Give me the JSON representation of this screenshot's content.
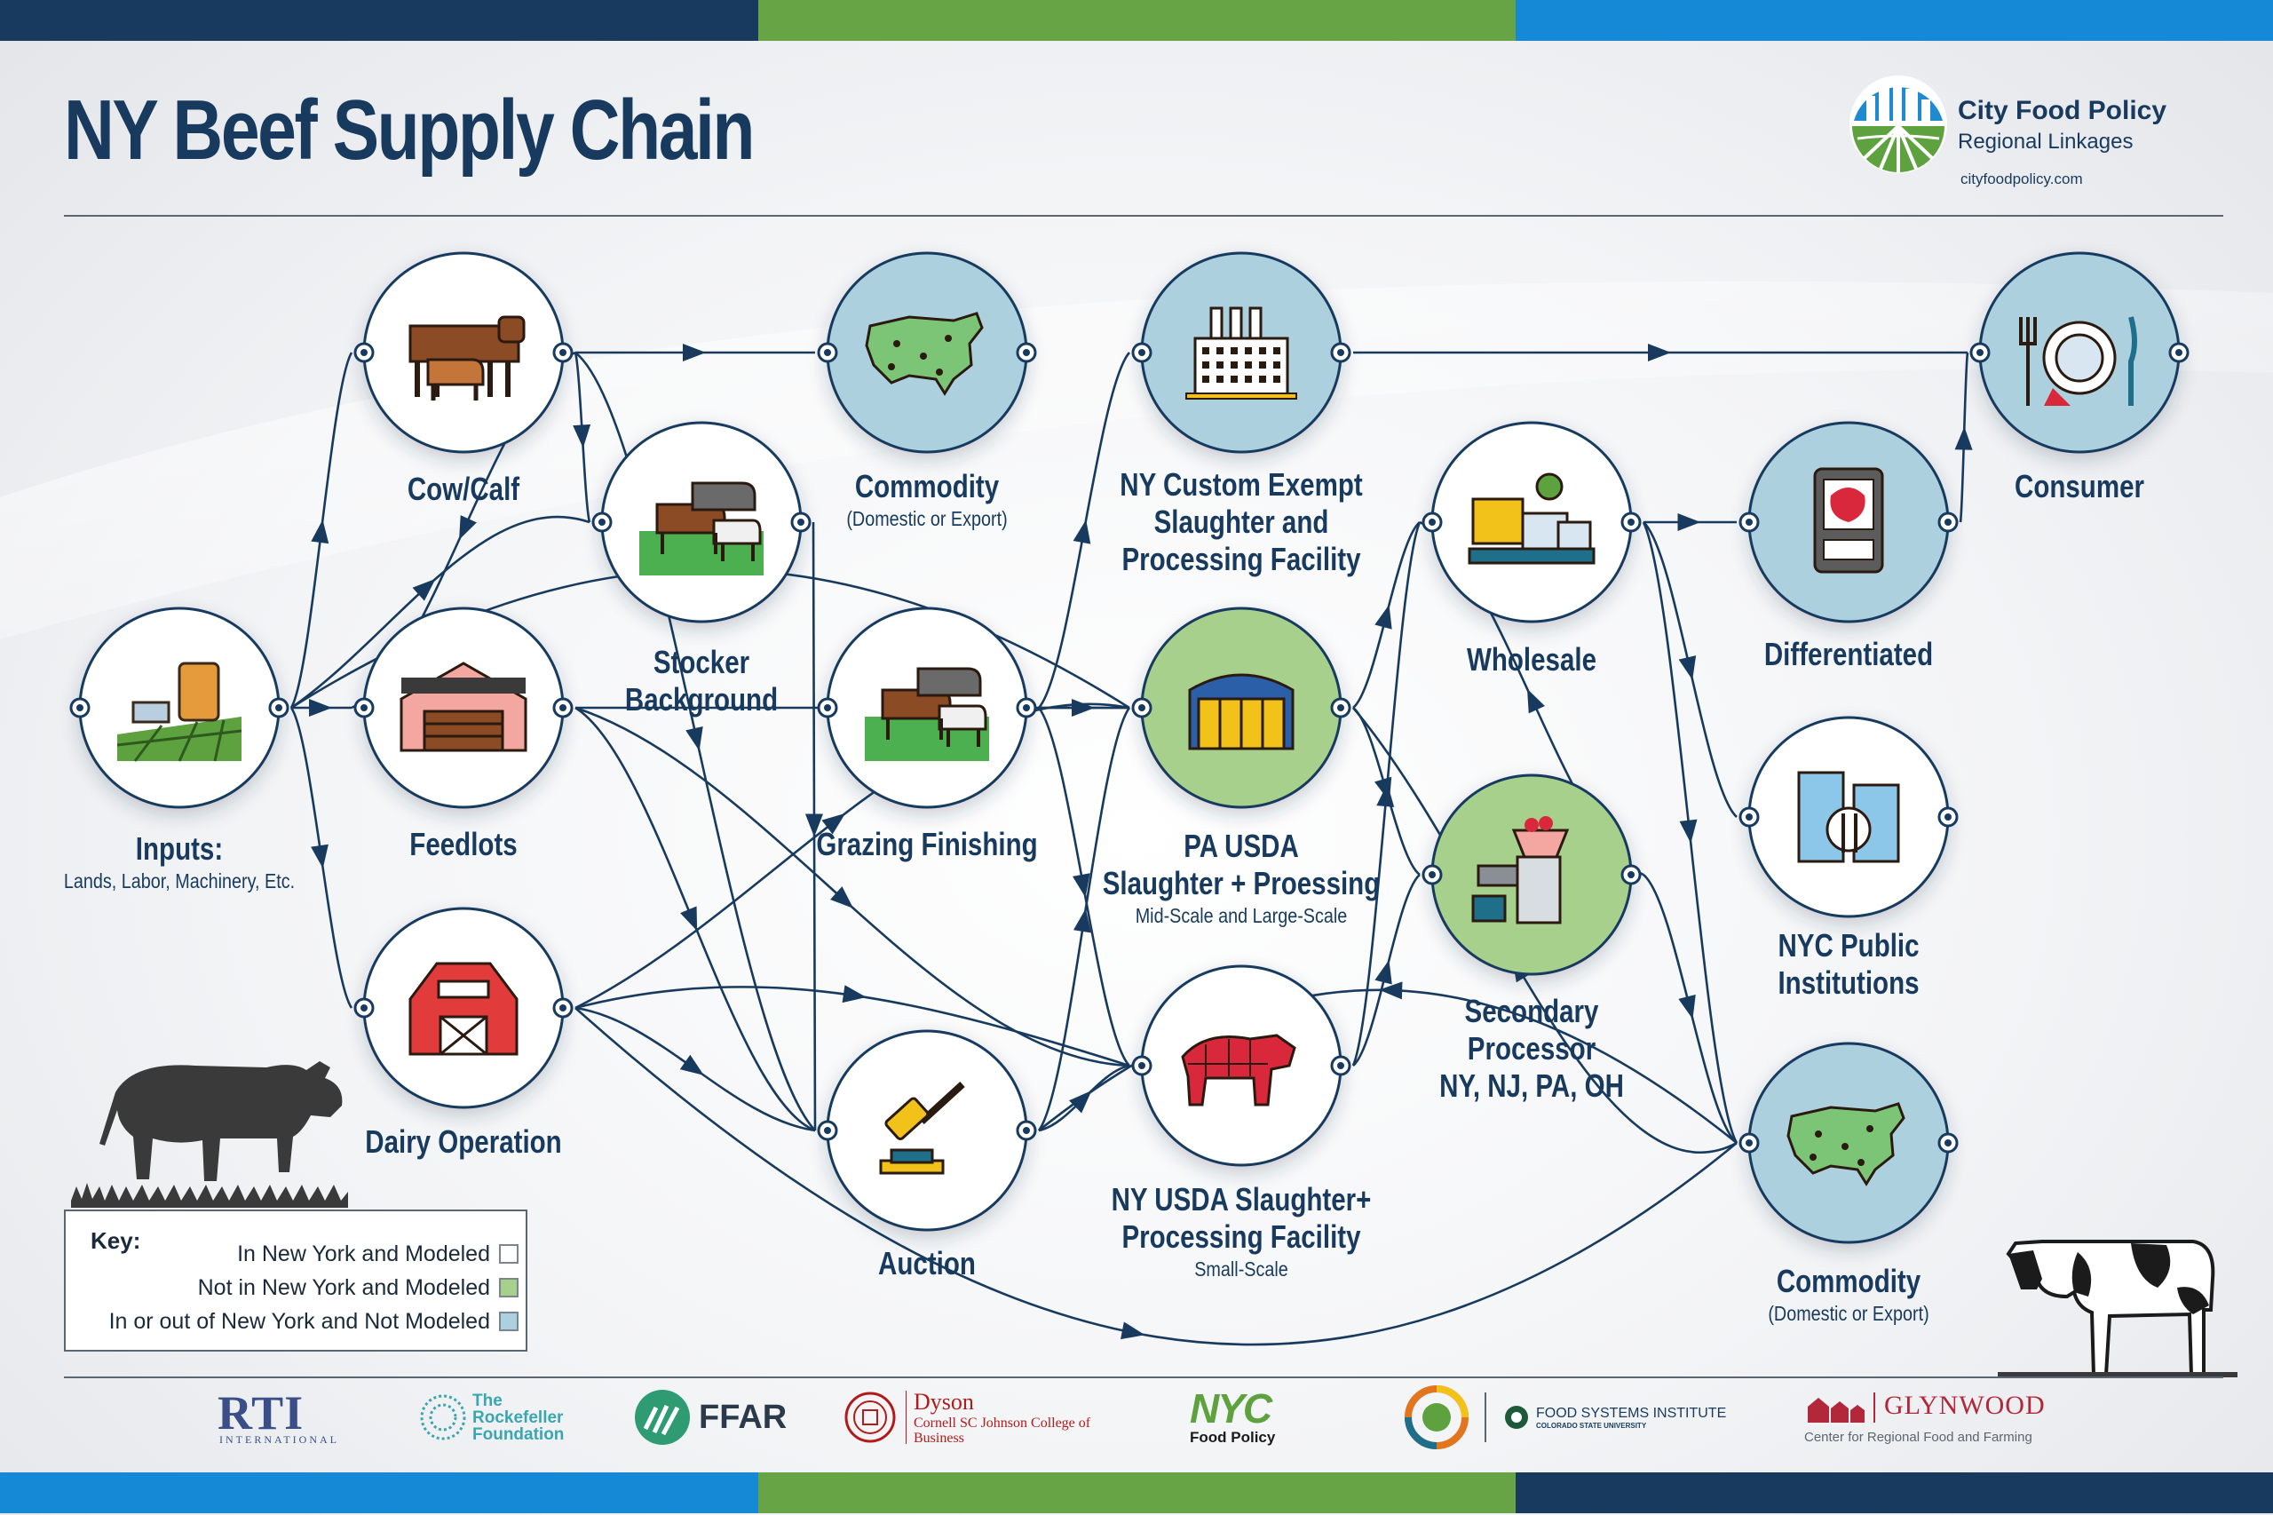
{
  "title": "NY Beef Supply Chain",
  "brand": {
    "line1": "City Food Policy",
    "line2": "Regional Linkages",
    "url": "cityfoodpolicy.com"
  },
  "colors": {
    "navy": "#173a5e",
    "green": "#67a446",
    "blue": "#1588d6",
    "modeled_ny": "#ffffff",
    "modeled_not_ny": "#a8d08d",
    "not_modeled": "#acd0de"
  },
  "nodes": {
    "inputs": {
      "name": "Inputs:",
      "sub": "Lands, Labor, Machinery, Etc.",
      "category": "modeled_ny",
      "icon": "farm-inputs-icon"
    },
    "cowcalf": {
      "name": "Cow/Calf",
      "sub": "",
      "category": "modeled_ny",
      "icon": "cow-calf-icon"
    },
    "feedlots": {
      "name": "Feedlots",
      "sub": "",
      "category": "modeled_ny",
      "icon": "feedlot-barn-icon"
    },
    "dairy": {
      "name": "Dairy Operation",
      "sub": "",
      "category": "modeled_ny",
      "icon": "dairy-barn-icon"
    },
    "stocker": {
      "name": "Stocker\nBackground",
      "sub": "",
      "category": "modeled_ny",
      "icon": "stocker-pasture-icon"
    },
    "commodity1": {
      "name": "Commodity",
      "sub": "(Domestic or Export)",
      "category": "not_modeled",
      "icon": "us-map-icon"
    },
    "grazing": {
      "name": "Grazing Finishing",
      "sub": "",
      "category": "modeled_ny",
      "icon": "grazing-cattle-icon"
    },
    "auction": {
      "name": "Auction",
      "sub": "",
      "category": "modeled_ny",
      "icon": "auction-gavel-icon"
    },
    "nycustom": {
      "name": "NY Custom Exempt\nSlaughter and\nProcessing Facility",
      "sub": "",
      "category": "not_modeled",
      "icon": "factory-icon"
    },
    "pausda": {
      "name": "PA USDA\nSlaughter + Proessing",
      "sub": "Mid-Scale and Large-Scale",
      "category": "modeled_not_ny",
      "icon": "warehouse-icon"
    },
    "nyusda": {
      "name": "NY USDA Slaughter+\nProcessing Facility",
      "sub": "Small-Scale",
      "category": "modeled_ny",
      "icon": "beef-cuts-icon"
    },
    "wholesale": {
      "name": "Wholesale",
      "sub": "",
      "category": "modeled_ny",
      "icon": "wholesale-boxes-icon"
    },
    "secondary": {
      "name": "Secondary\nProcessor\nNY, NJ, PA, OH",
      "sub": "",
      "category": "modeled_not_ny",
      "icon": "meat-grinder-icon"
    },
    "differentiated": {
      "name": "Differentiated",
      "sub": "",
      "category": "not_modeled",
      "icon": "packaged-meat-icon"
    },
    "nycpublic": {
      "name": "NYC Public\nInstitutions",
      "sub": "",
      "category": "modeled_ny",
      "icon": "institution-building-icon"
    },
    "commodity2": {
      "name": "Commodity",
      "sub": "(Domestic or Export)",
      "category": "not_modeled",
      "icon": "us-map-icon"
    },
    "consumer": {
      "name": "Consumer",
      "sub": "",
      "category": "not_modeled",
      "icon": "plate-fork-knife-icon"
    }
  },
  "edges": [
    [
      "inputs",
      "cowcalf"
    ],
    [
      "inputs",
      "feedlots"
    ],
    [
      "inputs",
      "dairy"
    ],
    [
      "inputs",
      "stocker"
    ],
    [
      "inputs",
      "pausda"
    ],
    [
      "cowcalf",
      "commodity1"
    ],
    [
      "cowcalf",
      "stocker"
    ],
    [
      "cowcalf",
      "feedlots"
    ],
    [
      "cowcalf",
      "auction"
    ],
    [
      "feedlots",
      "auction"
    ],
    [
      "feedlots",
      "nyusda"
    ],
    [
      "feedlots",
      "pausda"
    ],
    [
      "dairy",
      "auction"
    ],
    [
      "dairy",
      "pausda"
    ],
    [
      "dairy",
      "nyusda"
    ],
    [
      "dairy",
      "commodity2"
    ],
    [
      "stocker",
      "auction"
    ],
    [
      "grazing",
      "pausda"
    ],
    [
      "grazing",
      "nycustom"
    ],
    [
      "grazing",
      "nyusda"
    ],
    [
      "auction",
      "pausda"
    ],
    [
      "auction",
      "nyusda"
    ],
    [
      "nycustom",
      "consumer"
    ],
    [
      "pausda",
      "wholesale"
    ],
    [
      "pausda",
      "secondary"
    ],
    [
      "nyusda",
      "wholesale"
    ],
    [
      "nyusda",
      "secondary"
    ],
    [
      "wholesale",
      "differentiated"
    ],
    [
      "wholesale",
      "nycpublic"
    ],
    [
      "wholesale",
      "commodity2"
    ],
    [
      "secondary",
      "wholesale"
    ],
    [
      "secondary",
      "commodity2"
    ],
    [
      "differentiated",
      "consumer"
    ],
    [
      "commodity2",
      "auction"
    ],
    [
      "commodity2",
      "pausda"
    ]
  ],
  "key": {
    "title": "Key:",
    "items": [
      {
        "label": "In New York and Modeled",
        "color": "#ffffff"
      },
      {
        "label": "Not in New York and Modeled",
        "color": "#a8d08d"
      },
      {
        "label": "In or out of New York and Not Modeled",
        "color": "#acd0de"
      }
    ]
  },
  "sponsors": [
    {
      "name": "RTI",
      "sub": "INTERNATIONAL"
    },
    {
      "name": "The Rockefeller Foundation"
    },
    {
      "name": "FFAR"
    },
    {
      "name": "Dyson",
      "sub": "Cornell SC Johnson College of Business"
    },
    {
      "name": "NYC",
      "sub": "Food Policy"
    },
    {
      "name": "FOOD SYSTEMS INSTITUTE",
      "sub": "COLORADO STATE UNIVERSITY"
    },
    {
      "name": "GLYNWOOD",
      "sub": "Center for Regional Food and Farming"
    }
  ]
}
